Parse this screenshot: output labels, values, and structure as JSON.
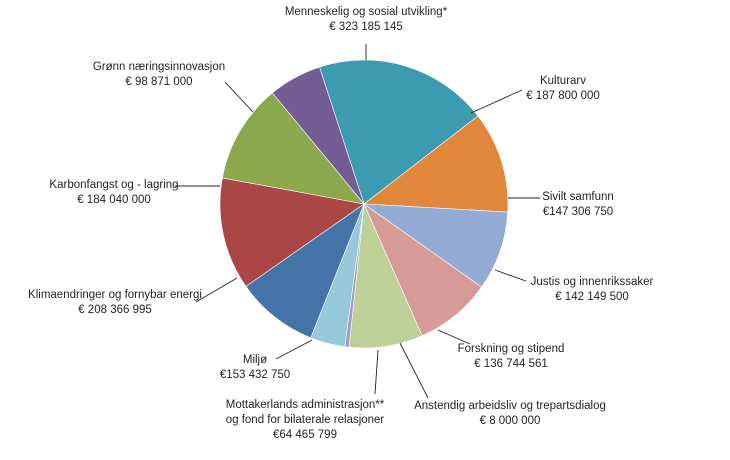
{
  "chart_data": {
    "type": "pie",
    "start_angle_deg": -108,
    "direction": "clockwise",
    "currency": "€",
    "slices": [
      {
        "label": [
          "Menneskelig og sosial  utvikling*"
        ],
        "value_text": "€ 323 185 145",
        "value": 323185145,
        "color": "#3d9bb1"
      },
      {
        "label": [
          "Kulturarv"
        ],
        "value_text": "€ 187 800 000",
        "value": 187800000,
        "color": "#e0873b"
      },
      {
        "label": [
          "Sivilt samfunn"
        ],
        "value_text": "€147 306 750",
        "value": 147306750,
        "color": "#93aad4"
      },
      {
        "label": [
          "Justis og innenrikssaker"
        ],
        "value_text": "€ 142 149 500",
        "value": 142149500,
        "color": "#d69a97"
      },
      {
        "label": [
          "Forskning og stipend"
        ],
        "value_text": "€ 136 744 561",
        "value": 136744561,
        "color": "#bdd098"
      },
      {
        "label": [
          "Anstendig arbeidsliv og trepartsdialog"
        ],
        "value_text": "€ 8 000 000",
        "value": 8000000,
        "color": "#a79ac4"
      },
      {
        "label": [
          "Mottakerlands  administrasjon**",
          "og fond for bilaterale relasjoner"
        ],
        "value_text": "€64 465 799",
        "value": 64465799,
        "color": "#95c8d8"
      },
      {
        "label": [
          "Miljø"
        ],
        "value_text": "€153 432 750",
        "value": 153432750,
        "color": "#4574a9"
      },
      {
        "label": [
          "Klimaendringer og  fornybar energi"
        ],
        "value_text": "€ 208 366 995",
        "value": 208366995,
        "color": "#aa4746"
      },
      {
        "label": [
          "Karbonfangst og  - lagring"
        ],
        "value_text": "€ 184 040 000",
        "value": 184040000,
        "color": "#8ca84c"
      },
      {
        "label": [
          "Grønn  næringsinnovasjon"
        ],
        "value_text": "€ 98 871 000",
        "value": 98871000,
        "color": "#745d94"
      }
    ]
  }
}
